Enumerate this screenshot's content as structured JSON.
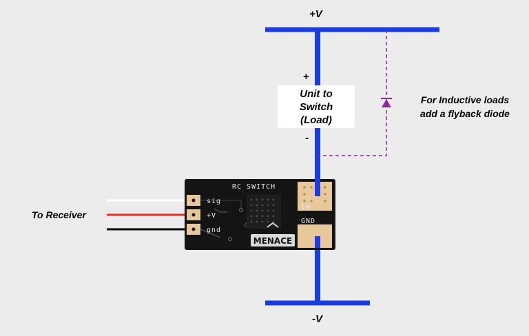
{
  "supply": {
    "positive_label": "+V",
    "negative_label": "-V"
  },
  "load": {
    "lines": [
      "Unit to",
      "Switch",
      "(Load)"
    ],
    "plus_mark": "+",
    "minus_mark": "-"
  },
  "flyback_note": [
    "For Inductive loads",
    "add a flyback diode"
  ],
  "receiver_label": "To Receiver",
  "board": {
    "title": "RC SWITCH",
    "pins": [
      "sig",
      "+V",
      "gnd"
    ],
    "sw_label": "SW",
    "gnd_label": "GND",
    "logo_text": "MENACE"
  },
  "colors": {
    "rail": "#1a3de0",
    "diode": "#8a2a9a",
    "pcb": "#141414",
    "pad": "#e8c79a",
    "wire_sig": "#ffffff",
    "wire_pos": "#e0311f",
    "wire_gnd": "#000000"
  }
}
